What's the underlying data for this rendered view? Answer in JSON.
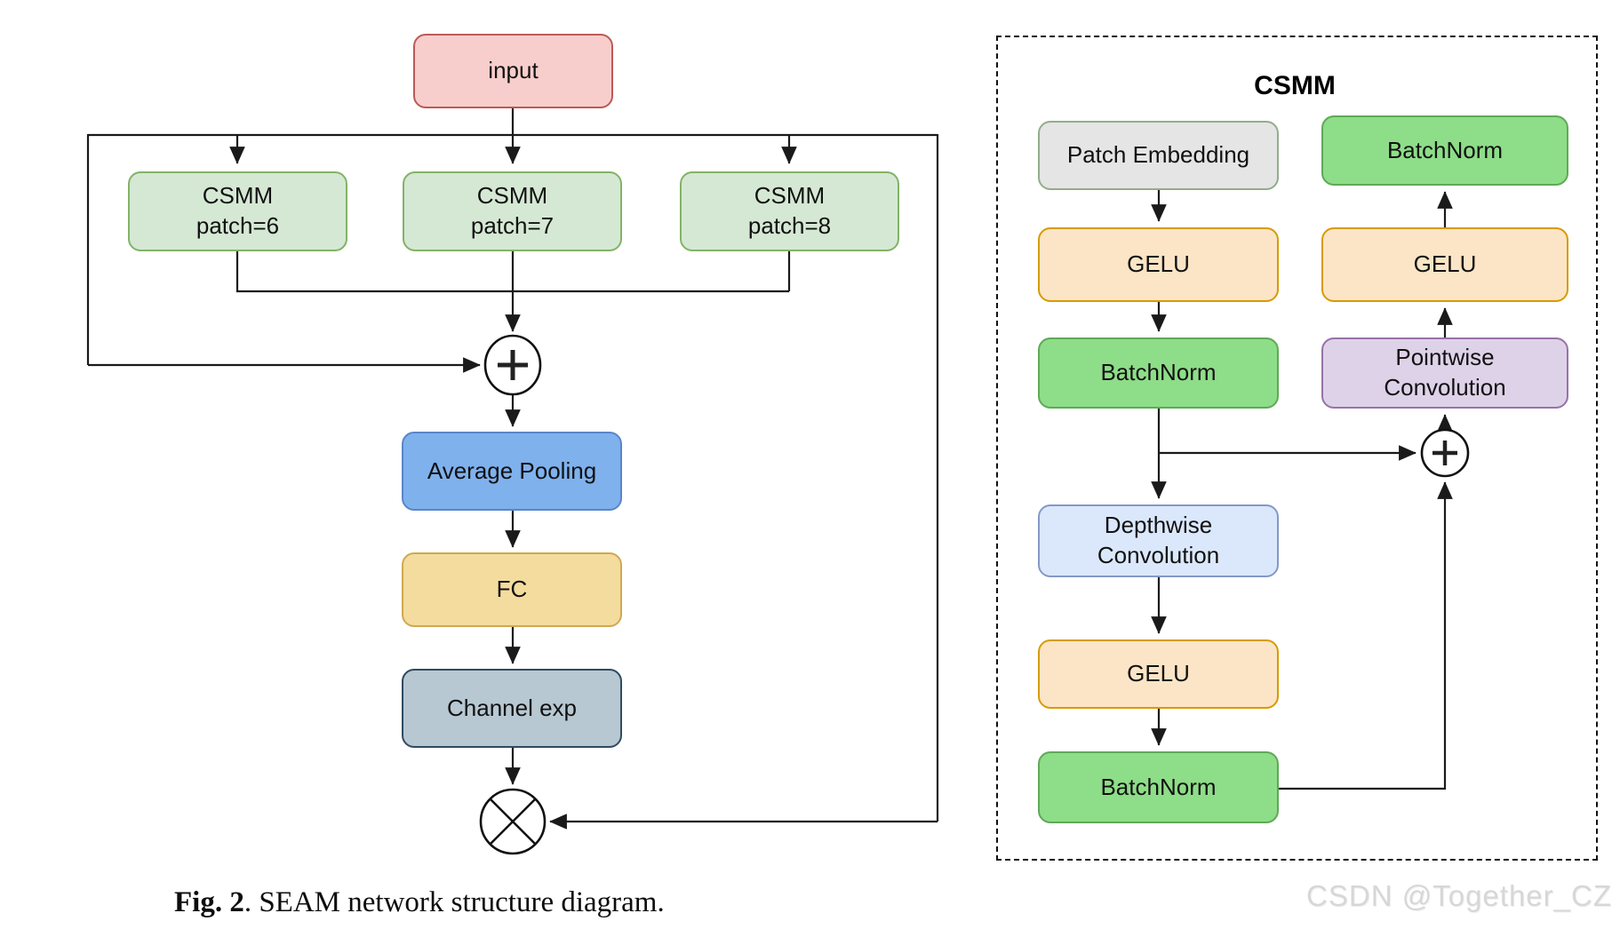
{
  "figure": {
    "caption_label": "Fig. 2",
    "caption_text": ".  SEAM network structure diagram."
  },
  "watermark": "CSDN @Together_CZ",
  "diagram": {
    "seam": {
      "input": "input",
      "csmm_patch6": "CSMM\npatch=6",
      "csmm_patch7": "CSMM\npatch=7",
      "csmm_patch8": "CSMM\npatch=8",
      "avg_pool": "Average Pooling",
      "fc": "FC",
      "channel_exp": "Channel exp",
      "add_symbol": "+",
      "multiply_symbol": "⊗"
    },
    "csmm": {
      "title": "CSMM",
      "patch_embedding": "Patch Embedding",
      "gelu_1": "GELU",
      "batchnorm_1": "BatchNorm",
      "depthwise_conv": "Depthwise\nConvolution",
      "gelu_2": "GELU",
      "batchnorm_2": "BatchNorm",
      "batchnorm_3": "BatchNorm",
      "gelu_3": "GELU",
      "pointwise_conv": "Pointwise\nConvolution",
      "add_symbol": "+"
    },
    "colors": {
      "input_fill": "#f8cecc",
      "input_border": "#bb5a57",
      "csmm_fill": "#d5e8d4",
      "csmm_border": "#82b366",
      "avgpool_fill": "#7fb1ed",
      "avgpool_border": "#5a85c9",
      "fc_fill": "#f3dc9e",
      "fc_border": "#cfa94f",
      "channel_fill": "#b7c8d2",
      "channel_border": "#2f4b61",
      "patch_fill": "#e5e5e5",
      "patch_border": "#93ad8b",
      "gelu_fill": "#fce5c6",
      "gelu_border": "#d79b00",
      "batchnorm_fill": "#8edd88",
      "batchnorm_border": "#5fa957",
      "depthwise_fill": "#dbe8fb",
      "depthwise_border": "#8499c7",
      "pointwise_fill": "#ded2e8",
      "pointwise_border": "#9673a6",
      "line": "#1a1a1a",
      "watermark_text": "#d7d7d7"
    }
  }
}
